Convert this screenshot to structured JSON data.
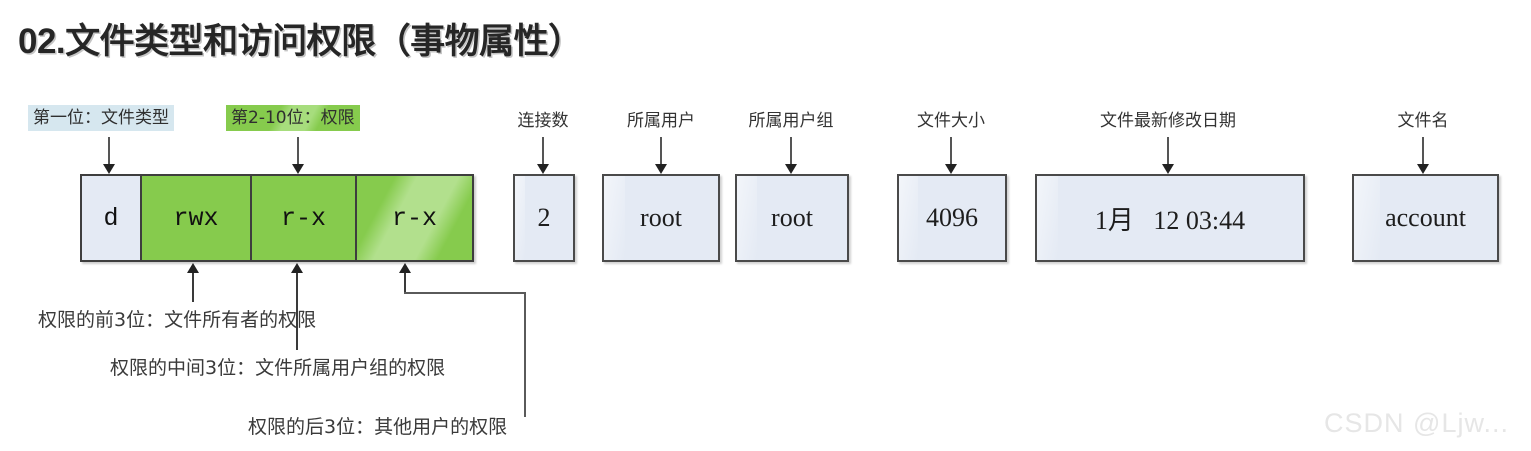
{
  "title": "02.文件类型和访问权限（事物属性）",
  "legend_chips": [
    {
      "label": "第一位：文件类型",
      "color": "#d6e7ef"
    },
    {
      "label": "第2-10位：权限",
      "color": "#86cb4d"
    }
  ],
  "permission_block": {
    "cells": [
      {
        "name": "file-type",
        "value": "d",
        "color": "#e4eaf4"
      },
      {
        "name": "owner",
        "value": "rwx",
        "color": "#86cb4d"
      },
      {
        "name": "group",
        "value": "r-x",
        "color": "#86cb4d"
      },
      {
        "name": "other",
        "value": "r-x",
        "color": "#86cb4d"
      }
    ]
  },
  "fields": [
    {
      "label": "连接数",
      "value": "2"
    },
    {
      "label": "所属用户",
      "value": "root"
    },
    {
      "label": "所属用户组",
      "value": "root"
    },
    {
      "label": "文件大小",
      "value": "4096"
    },
    {
      "label": "文件最新修改日期",
      "value": "1月   12 03:44"
    },
    {
      "label": "文件名",
      "value": "account"
    }
  ],
  "annotations": [
    "权限的前3位：文件所有者的权限",
    "权限的中间3位：文件所属用户组的权限",
    "权限的后3位：其他用户的权限"
  ],
  "watermark": "CSDN @Ljw..."
}
